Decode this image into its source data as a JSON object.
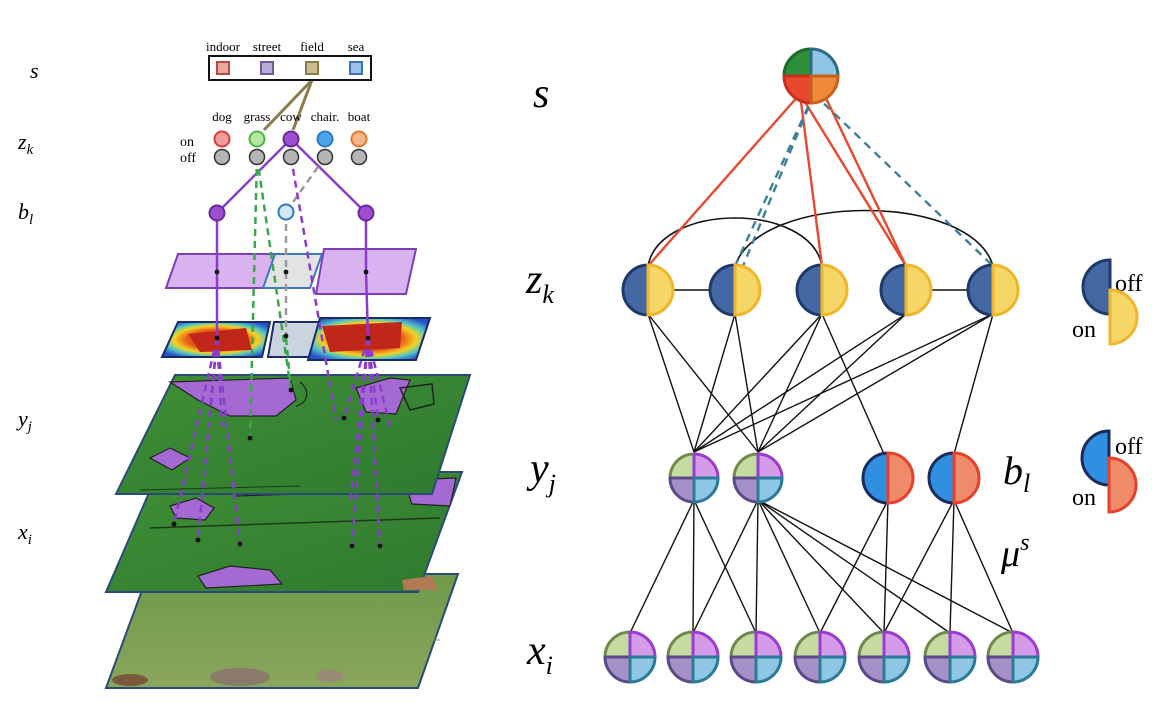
{
  "left_panel": {
    "var_labels": [
      "s",
      "z",
      "b",
      "y",
      "x"
    ],
    "var_subscripts": [
      "",
      "k",
      "l",
      "j",
      "i"
    ],
    "scenes": [
      {
        "label": "indoor",
        "color": "#e9a9a3",
        "border": "#b94a44"
      },
      {
        "label": "street",
        "color": "#b9a9d6",
        "border": "#6e5a96"
      },
      {
        "label": "field",
        "color": "#cdbf8f",
        "border": "#8a7c48"
      },
      {
        "label": "sea",
        "color": "#9cc3ea",
        "border": "#3d72b6"
      }
    ],
    "classes": [
      {
        "label": "dog",
        "color": "#f39c9c",
        "border": "#d63d3d"
      },
      {
        "label": "grass",
        "color": "#b9e7a0",
        "border": "#4db545"
      },
      {
        "label": "cow",
        "color": "#9e4fd1",
        "border": "#6b2a9c"
      },
      {
        "label": "chair.",
        "color": "#4aa3e6",
        "border": "#2f7bbf"
      },
      {
        "label": "boat",
        "color": "#f7b68a",
        "border": "#e0782d"
      }
    ],
    "on_label": "on",
    "off_label": "off"
  },
  "right_panel": {
    "var_labels": [
      "s",
      "z",
      "y",
      "x"
    ],
    "var_subscripts": [
      "",
      "k",
      "j",
      "i"
    ],
    "b_label": "b",
    "b_subscript": "l",
    "mu_label": "μ",
    "mu_superscript": "s",
    "legend_z": {
      "off": "off",
      "on": "on"
    },
    "legend_b": {
      "off": "off",
      "on": "on"
    }
  },
  "colors": {
    "purple": "#8a3ccf",
    "green_dash": "#3aa84a",
    "gray_dash": "#9a9a9a",
    "red_edge": "#e8492e",
    "teal_dash": "#3f7f96",
    "z_off": "#4468a4",
    "z_on": "#f6d667",
    "z_on_border": "#f0b52a",
    "b_off": "#2f8fe0",
    "b_on": "#ef8a6a",
    "b_on_border": "#e8402a",
    "seg_green": "#c5dba2",
    "seg_pink": "#d49be8",
    "seg_lav": "#a591c7",
    "seg_blue": "#8fc6e3"
  }
}
